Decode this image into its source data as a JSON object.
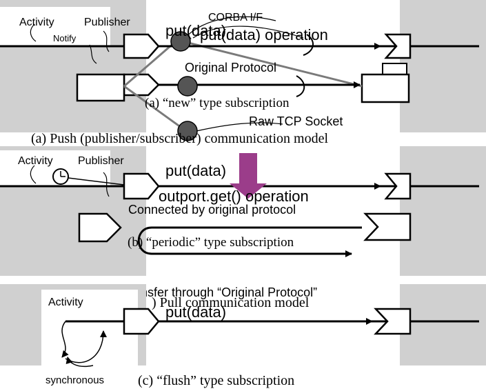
{
  "colors": {
    "box_fill": "#d0d0d0",
    "line": "#000000",
    "connector_gray": "#7a7a7a",
    "marker_fill": "#555555",
    "arrow_purple": "#9b3d8a"
  },
  "panel_a": {
    "activity": "Activity",
    "publisher": "Publisher",
    "notify": "Notify",
    "corba": "CORBA I/F",
    "put_data": "put(data)",
    "operation": "put(data) operation",
    "original_protocol": "Original Protocol",
    "caption": "(a) “new” type subscription",
    "raw_tcp": "Raw TCP Socket",
    "model_caption": "(a) Push (publisher/subscriber) communication model"
  },
  "panel_b": {
    "activity": "Activity",
    "publisher": "Publisher",
    "put_data": "put(data)",
    "operation": "outport.get() operation",
    "connected": "Connected by original protocol",
    "caption": "(b) “periodic” type subscription",
    "data_transfer": "Data transfer through “Original Protocol”"
  },
  "panel_c": {
    "activity": "Activity",
    "pull_caption": ") Pull communication model",
    "put_data": "put(data)",
    "synchronous": "synchronous",
    "caption": "(c) “flush” type subscription"
  }
}
